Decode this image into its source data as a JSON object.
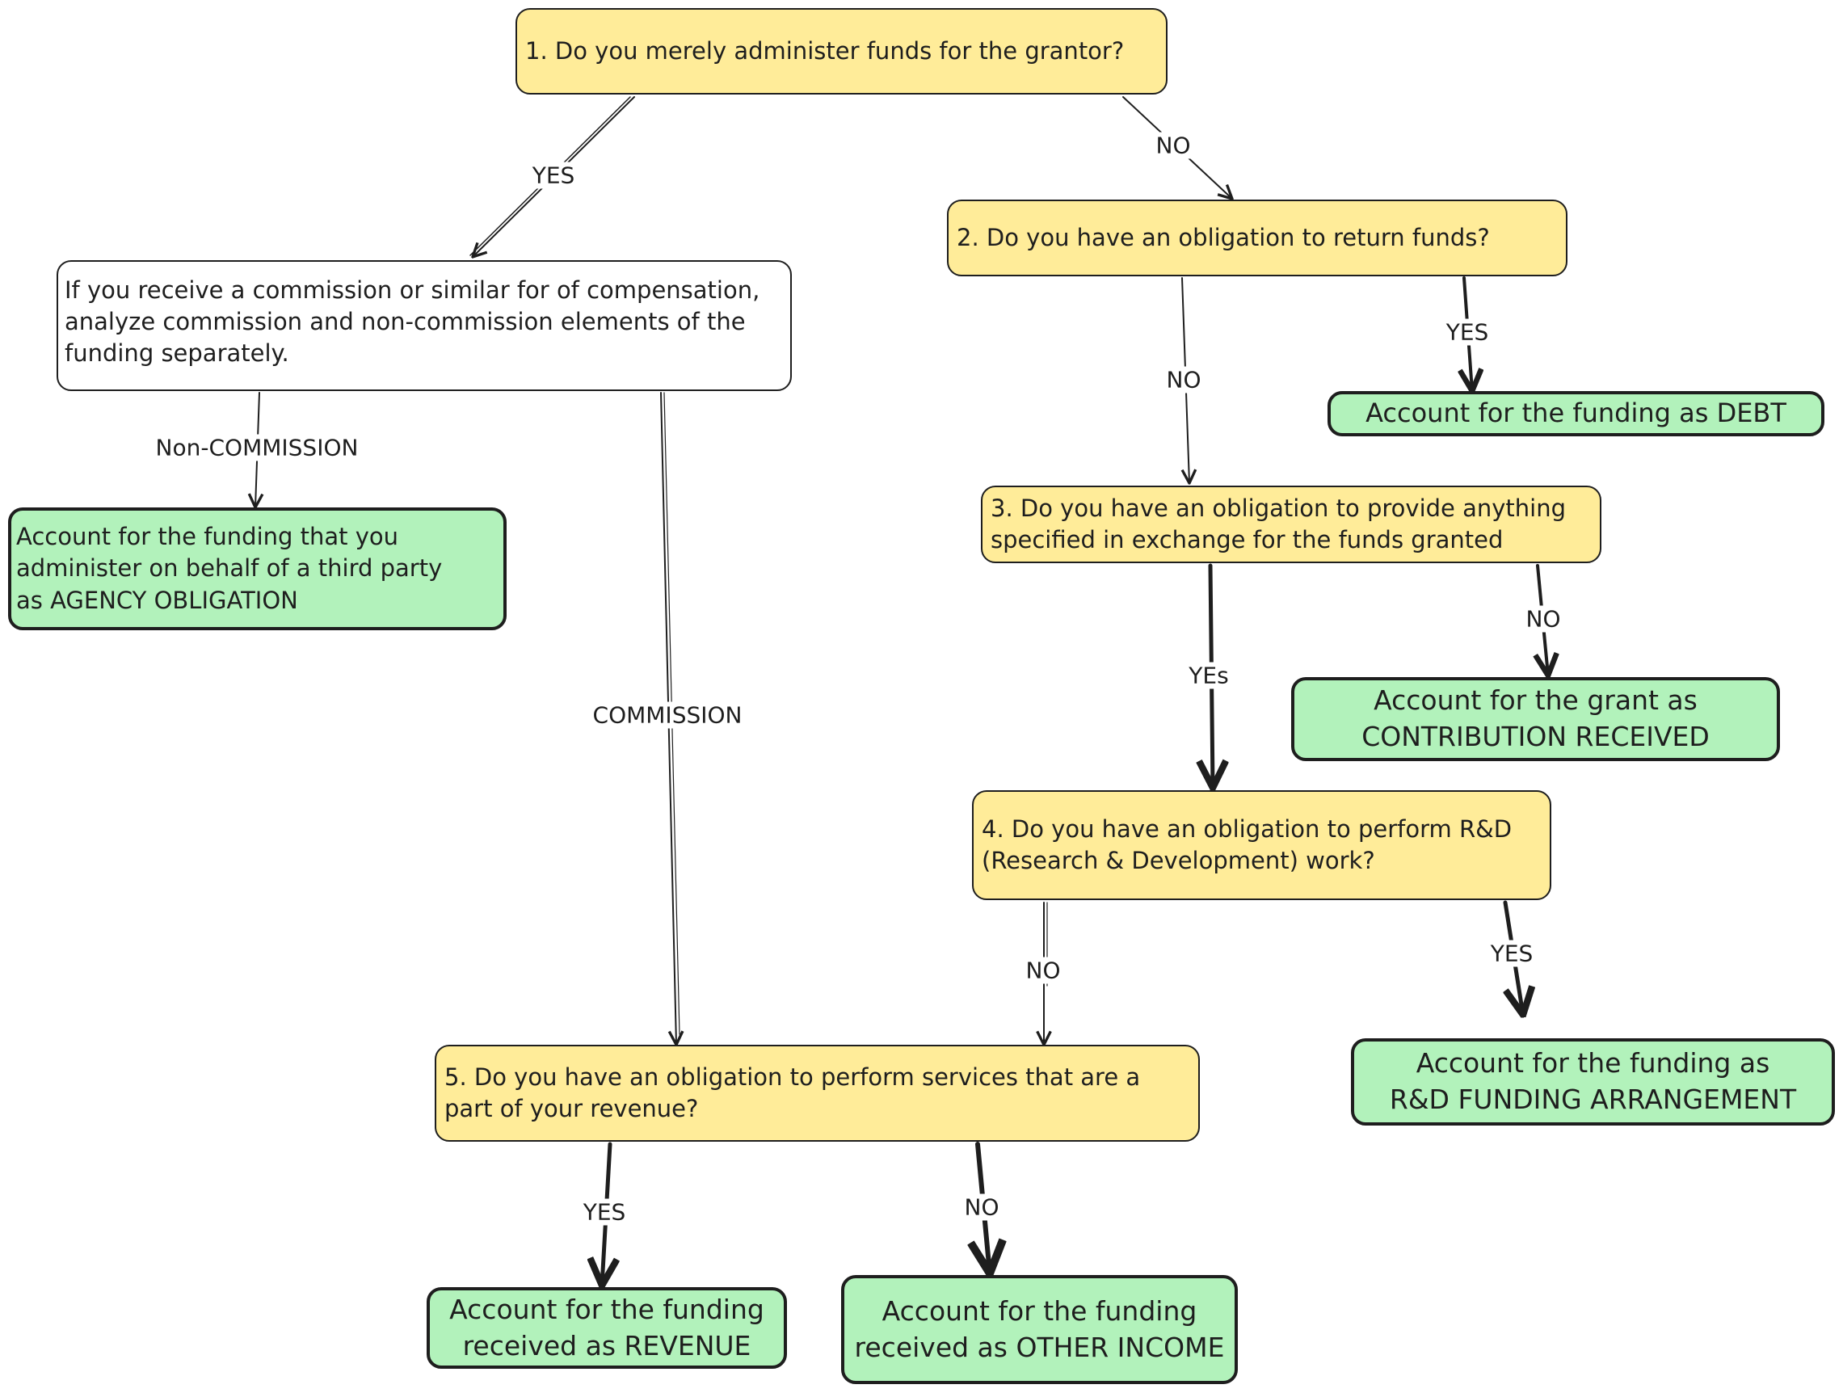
{
  "nodes": {
    "q1": "1. Do you merely administer funds for the grantor?",
    "q2": "2. Do you have an obligation to return funds?",
    "q3": "3. Do you have an obligation to provide anything\nspecified in exchange for the funds granted",
    "q4": "4. Do you have an obligation to perform R&D\n(Research & Development) work?",
    "q5": "5. Do you have an obligation to perform services that are a\npart of your revenue?",
    "commission_note": "If you receive a commission or similar for of compensation,\nanalyze commission and non-commission elements of the\nfunding separately.",
    "agency": "Account for the funding that you\nadminister on behalf of a third party\nas AGENCY OBLIGATION",
    "debt": "Account for the funding as DEBT",
    "contribution": "Account for the grant as\nCONTRIBUTION RECEIVED",
    "rnd": "Account for the funding as\nR&D FUNDING ARRANGEMENT",
    "revenue": "Account for the funding\nreceived as REVENUE",
    "other_income": "Account for the funding\nreceived as OTHER INCOME"
  },
  "edges": {
    "q1_yes": "YES",
    "q1_no": "NO",
    "q2_yes": "YES",
    "q2_no": "NO",
    "note_noncommission": "Non-COMMISSION",
    "note_commission": "COMMISSION",
    "q3_yes": "YEs",
    "q3_no": "NO",
    "q4_yes": "YES",
    "q4_no": "NO",
    "q5_yes": "YES",
    "q5_no": "NO"
  },
  "colors": {
    "question_fill": "#ffec99",
    "outcome_fill": "#b2f2bb",
    "stroke": "#1e1e1e"
  }
}
